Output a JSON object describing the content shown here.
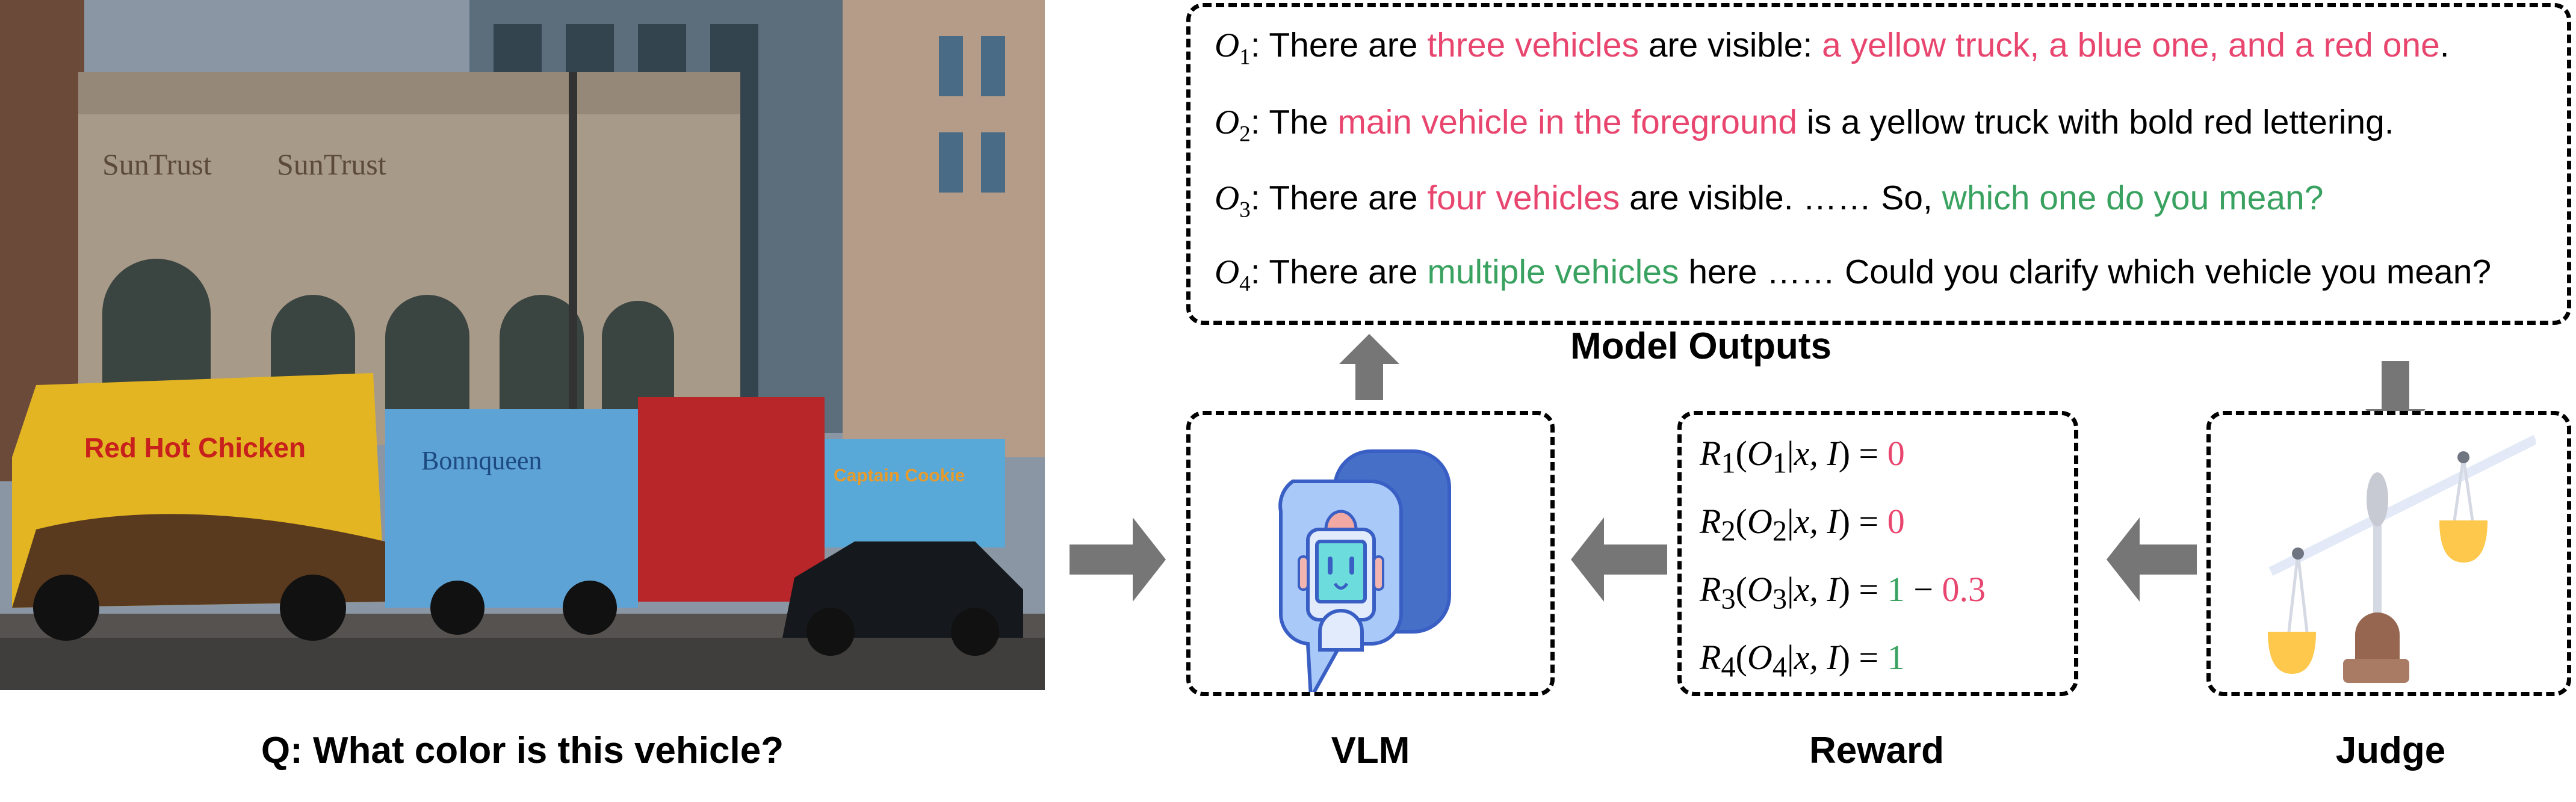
{
  "photo": {
    "question": "Q: What color is this vehicle?",
    "signs": [
      "SunTrust",
      "SunTrust"
    ],
    "truck_lettering": [
      "Red Hot Chicken",
      "Bonnqueen",
      "Captain Cookie"
    ]
  },
  "outputs": {
    "title": "Model Outputs",
    "lines": [
      {
        "label": "O",
        "sub": "1",
        "segments": [
          {
            "text": ": There are ",
            "color": "black"
          },
          {
            "text": "three vehicles",
            "color": "pink"
          },
          {
            "text": " are visible: ",
            "color": "black"
          },
          {
            "text": "a yellow truck, a blue one, and a red one",
            "color": "pink"
          },
          {
            "text": ".",
            "color": "black"
          }
        ]
      },
      {
        "label": "O",
        "sub": "2",
        "segments": [
          {
            "text": ": The ",
            "color": "black"
          },
          {
            "text": "main vehicle in the foreground",
            "color": "pink"
          },
          {
            "text": " is a yellow truck with bold red lettering.",
            "color": "black"
          }
        ]
      },
      {
        "label": "O",
        "sub": "3",
        "segments": [
          {
            "text": ": There are ",
            "color": "black"
          },
          {
            "text": "four vehicles",
            "color": "pink"
          },
          {
            "text": " are visible. …… So, ",
            "color": "black"
          },
          {
            "text": "which one do you mean?",
            "color": "green"
          }
        ]
      },
      {
        "label": "O",
        "sub": "4",
        "segments": [
          {
            "text": ": There are ",
            "color": "black"
          },
          {
            "text": "multiple vehicles",
            "color": "green"
          },
          {
            "text": " here …… Could you clarify which vehicle you mean?",
            "color": "black"
          }
        ]
      }
    ]
  },
  "vlm": {
    "label": "VLM"
  },
  "reward": {
    "label": "Reward",
    "rows": [
      {
        "r": "R",
        "i": "1",
        "o": "O",
        "cond": "x, I",
        "value": [
          {
            "text": "0",
            "color": "pink"
          }
        ]
      },
      {
        "r": "R",
        "i": "2",
        "o": "O",
        "cond": "x, I",
        "value": [
          {
            "text": "0",
            "color": "pink"
          }
        ]
      },
      {
        "r": "R",
        "i": "3",
        "o": "O",
        "cond": "x, I",
        "value": [
          {
            "text": "1",
            "color": "green"
          },
          {
            "text": " − ",
            "color": "black"
          },
          {
            "text": "0.3",
            "color": "pink"
          }
        ]
      },
      {
        "r": "R",
        "i": "4",
        "o": "O",
        "cond": "x, I",
        "value": [
          {
            "text": "1",
            "color": "green"
          }
        ]
      }
    ]
  },
  "judge": {
    "label": "Judge"
  },
  "colors": {
    "pink": "#e8466f",
    "green": "#3aa260",
    "arrow": "#767676",
    "black": "#000000"
  }
}
